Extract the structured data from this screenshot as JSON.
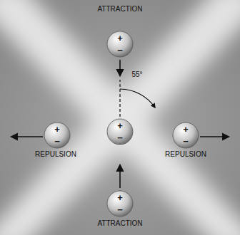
{
  "diagram": {
    "nodes": [
      {
        "text": [
          "+",
          "−"
        ]
      },
      {
        "text": [
          "+",
          "−"
        ]
      },
      {
        "text": [
          "+",
          "−"
        ]
      },
      {
        "text": [
          "+",
          "−"
        ]
      },
      {
        "text": [
          "+",
          "−"
        ]
      }
    ],
    "labels": [
      "ATTRACTION",
      "REPULSION",
      "REPULSION",
      "ATTRACTION",
      "55°"
    ]
  }
}
